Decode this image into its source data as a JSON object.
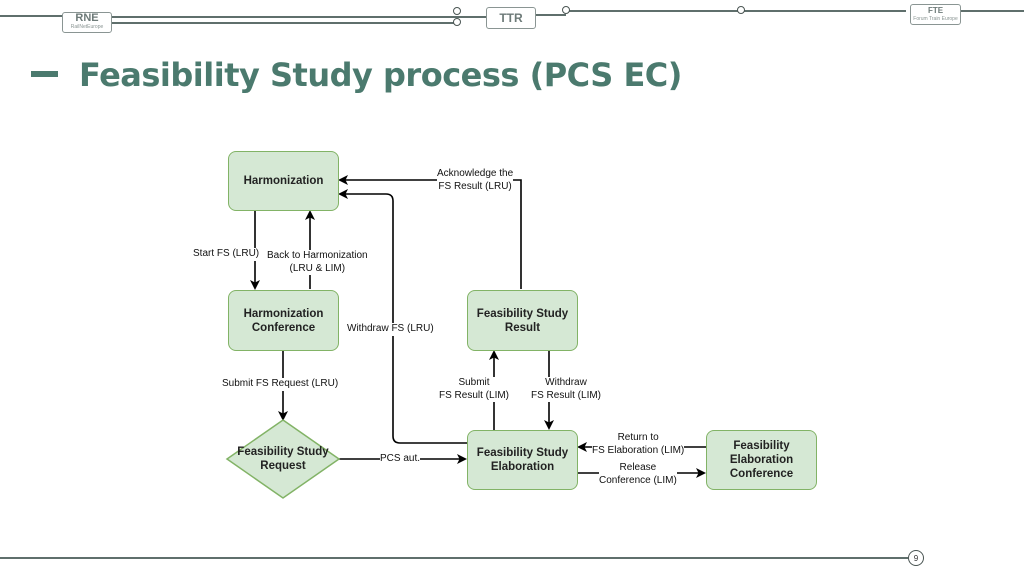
{
  "header": {
    "logo_rne": "RNE",
    "logo_rne_sub": "RailNetEurope",
    "logo_ttr": "TTR",
    "logo_fte": "FTE",
    "logo_fte_sub": "Forum Train Europe"
  },
  "slide": {
    "title": "Feasibility Study process (PCS EC)",
    "page_number": "9"
  },
  "diagram": {
    "nodes": {
      "harmonization": "Harmonization",
      "harmonization_conference": "Harmonization\nConference",
      "fs_request": "Feasibility Study\nRequest",
      "fs_result": "Feasibility Study\nResult",
      "fs_elaboration": "Feasibility Study\nElaboration",
      "fs_elaboration_conference": "Feasibility\nElaboration\nConference"
    },
    "edges": {
      "start_fs": "Start FS (LRU)",
      "back_to_harmonization": "Back to Harmonization\n(LRU & LIM)",
      "submit_fs_request": "Submit FS Request (LRU)",
      "withdraw_fs": "Withdraw FS (LRU)",
      "acknowledge": "Acknowledge the\nFS Result (LRU)",
      "pcs_aut": "PCS aut.",
      "submit_fs_result": "Submit\nFS Result (LIM)",
      "withdraw_fs_result": "Withdraw\nFS Result (LIM)",
      "return_to_fs_elaboration": "Return to\nFS Elaboration (LIM)",
      "release_conference": "Release\nConference (LIM)"
    }
  },
  "colors": {
    "title": "#4b7a6e",
    "node_fill": "#d5e8d4",
    "node_border": "#82b366"
  }
}
